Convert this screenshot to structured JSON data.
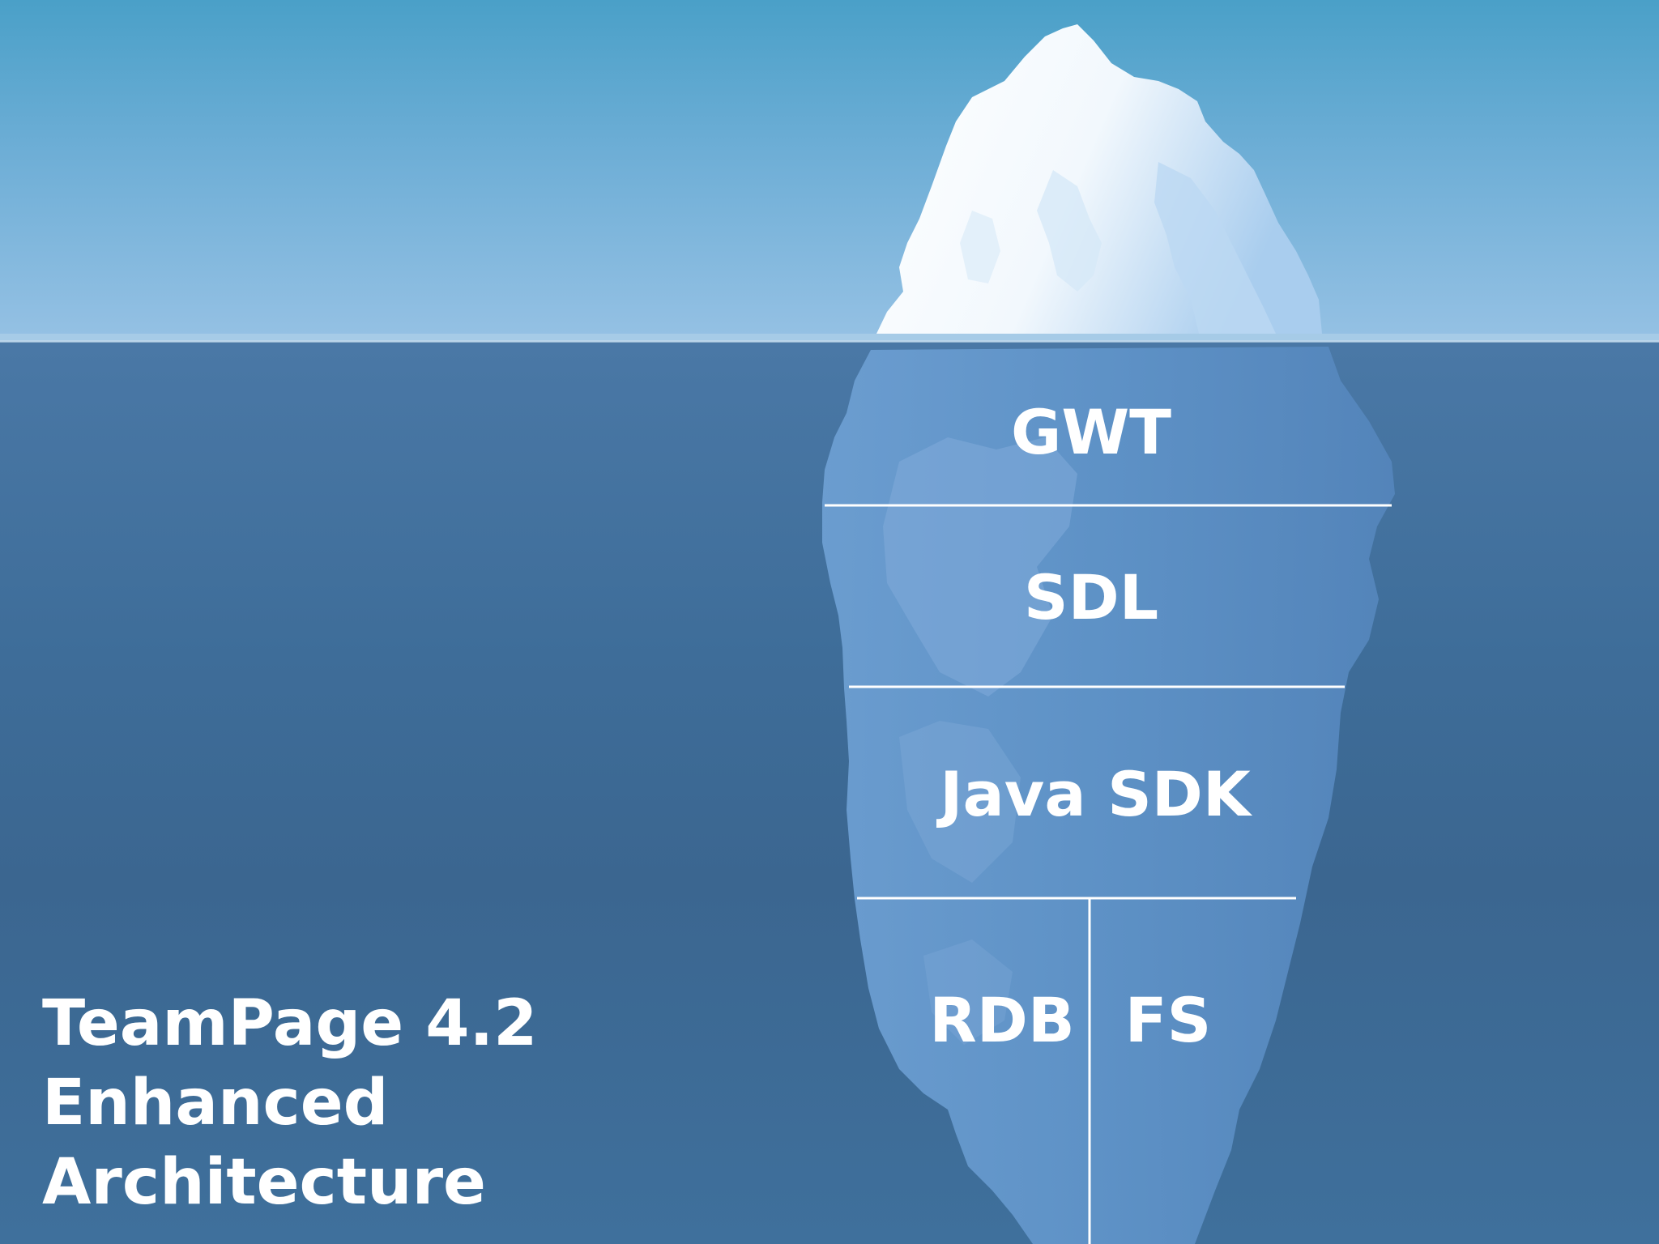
{
  "diagram": {
    "layers": [
      {
        "id": "gwt",
        "label": "GWT"
      },
      {
        "id": "sdl",
        "label": "SDL"
      },
      {
        "id": "java-sdk",
        "label": "Java SDK"
      },
      {
        "id": "rdb",
        "label": "RDB"
      },
      {
        "id": "fs",
        "label": "FS"
      }
    ]
  },
  "title": {
    "line1": "TeamPage 4.2",
    "line2": "Enhanced",
    "line3": "Architecture"
  },
  "colors": {
    "sky_top": "#4aa0c8",
    "sky_horizon": "#95c1e4",
    "sea": "#3d6f98",
    "iceberg_underwater": "#5b8fc6",
    "iceberg_tip": "#ffffff",
    "text": "#ffffff"
  }
}
